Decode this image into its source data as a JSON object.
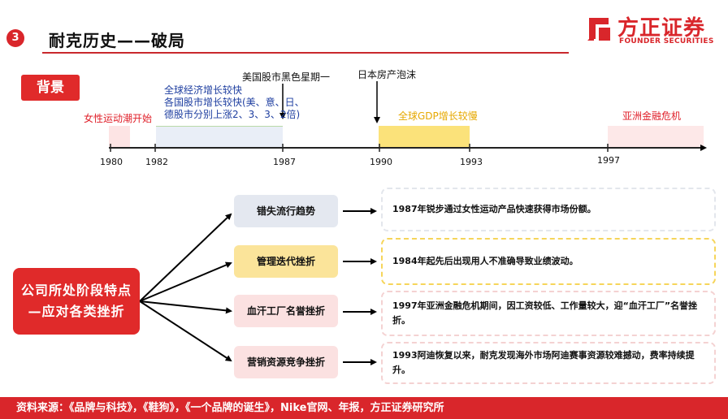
{
  "header": {
    "section_number": "3",
    "title": "耐克历史——破局",
    "logo_cn": "方正证券",
    "logo_en": "FOUNDER SECURITIES"
  },
  "background_tag": "背景",
  "timeline": {
    "years": [
      "1980",
      "1982",
      "1987",
      "1990",
      "1993",
      "1997"
    ],
    "events": {
      "womens_movement": "女性运动潮开始",
      "global_growth_line1": "全球经济增长较快",
      "global_growth_line2": "各国股市增长较快(美、意、日、",
      "global_growth_line3": "德股市分别上涨2、3、3、2倍)",
      "black_monday": "美国股市黑色星期一",
      "japan_bubble": "日本房产泡沫",
      "gdp_slowdown": "全球GDP增长较慢",
      "asian_crisis": "亚洲金融危机"
    }
  },
  "stage": {
    "line1": "公司所处阶段特点",
    "line2": "—应对各类挫折"
  },
  "setbacks": [
    {
      "category": "错失流行趋势",
      "description": "1987年锐步通过女性运动产品快速获得市场份额。"
    },
    {
      "category": "管理迭代挫折",
      "description": "1984年起先后出现用人不准确导致业绩波动。"
    },
    {
      "category": "血汗工厂名誉挫折",
      "description": "1997年亚洲金融危机期间，因工资较低、工作量较大，迎“血汗工厂”名誉挫折。"
    },
    {
      "category": "营销资源竞争挫折",
      "description": "1993阿迪恢复以来，耐克发现海外市场阿迪赛事资源较难撼动，费率持续提升。"
    }
  ],
  "footer": {
    "source": "资料来源：《品牌与科技》，《鞋狗》，《一个品牌的诞生》，Nike官网、年报，方正证券研究所"
  },
  "colors": {
    "brand_red": "#d9262b",
    "blue_text": "#1f3fa0",
    "gold_text": "#e6a800"
  }
}
